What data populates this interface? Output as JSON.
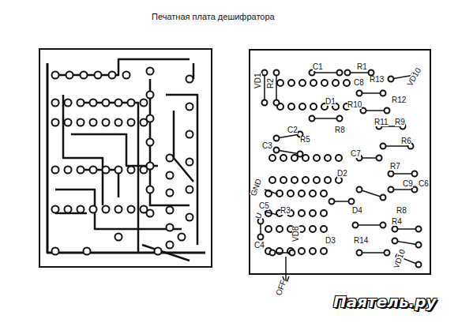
{
  "diagram": {
    "title": "Печатная плата дешифратора",
    "labels": [
      "VD1",
      "R2",
      "C1",
      "R1",
      "D1",
      "C8",
      "R13",
      "VD10",
      "R12",
      "R10",
      "C2",
      "R5",
      "R8",
      "R11",
      "R9",
      "C3",
      "C7",
      "R6",
      "D2",
      "R7",
      "GND",
      "C9",
      "U",
      "C5",
      "R3",
      "D4",
      "R8",
      "R4",
      "C6",
      "VD8",
      "D3",
      "R14",
      "VD10",
      "C4",
      "OFF",
      "Паятель.ру"
    ]
  }
}
